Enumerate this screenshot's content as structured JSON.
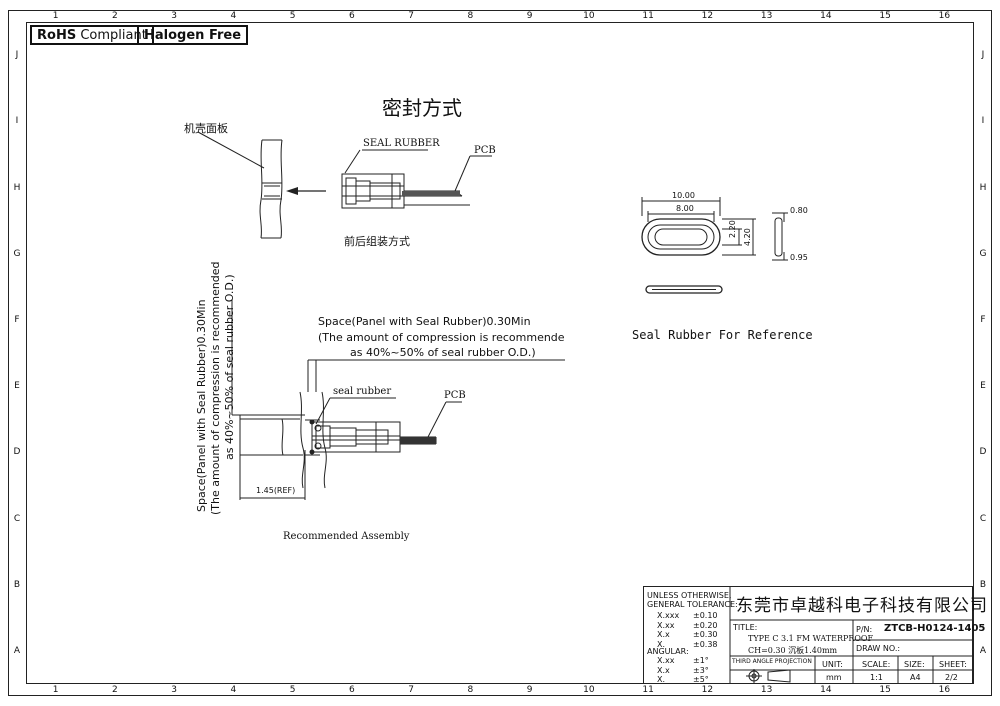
{
  "frame": {
    "col_numbers": [
      "1",
      "2",
      "3",
      "4",
      "5",
      "6",
      "7",
      "8",
      "9",
      "10",
      "11",
      "12",
      "13",
      "14",
      "15",
      "16"
    ],
    "row_letters": [
      "J",
      "I",
      "H",
      "G",
      "F",
      "E",
      "D",
      "C",
      "B",
      "A"
    ]
  },
  "badges": {
    "rohs_bold": "RoHS",
    "rohs_rest": "Compliant",
    "halogen": "Halogen Free"
  },
  "sealing": {
    "title": "密封方式",
    "panel_label": "机壳面板",
    "seal_rubber_label": "SEAL RUBBER",
    "pcb_label": "PCB",
    "caption": "前后组装方式"
  },
  "seal_ref": {
    "caption": "Seal Rubber For Reference",
    "dims": {
      "outer_length": "10.00",
      "inner_length": "8.00",
      "inner_height": "2.20",
      "outer_height": "4.20",
      "thickness_a": "0.80",
      "thickness_b": "0.95"
    }
  },
  "assembly": {
    "space_line1": "Space(Panel with Seal Rubber)0.30Min",
    "space_line2": "(The amount of compression is recommende",
    "space_line3": "as 40%~50% of seal rubber O.D.)",
    "vert_line1": "Space(Panel with Seal Rubber)0.30Min",
    "vert_line2": "(The amount of compression is recommended",
    "vert_line3": "as 40%~50% of seal rubber O.D.)",
    "seal_rubber_label": "seal rubber",
    "pcb_label": "PCB",
    "ref_dim": "1.45(REF)",
    "caption": "Recommended Assembly"
  },
  "title_block": {
    "tolerance_header1": "UNLESS OTHERWISE,",
    "tolerance_header2": "GENERAL TOLERANCE:",
    "tolerances": [
      {
        "k": "X.xxx",
        "v": "±0.10"
      },
      {
        "k": "X.xx",
        "v": "±0.20"
      },
      {
        "k": "X.x",
        "v": "±0.30"
      },
      {
        "k": "X.",
        "v": "±0.38"
      }
    ],
    "angular_header": "ANGULAR:",
    "angular": [
      {
        "k": "X.xx",
        "v": "±1°"
      },
      {
        "k": "X.x",
        "v": "±3°"
      },
      {
        "k": "X.",
        "v": "±5°"
      }
    ],
    "company": "东莞市卓越科电子科技有限公司",
    "title_label": "TITLE:",
    "title_line1": "TYPE C 3.1 FM WATERPROOF",
    "title_line2": "CH=0.30 沉板1.40mm",
    "pn_label": "P/N:",
    "pn_value": "ZTCB-H0124-1405",
    "draw_no_label": "DRAW NO.:",
    "projection_label": "THIRD ANGLE PROJECTION",
    "unit_label": "UNIT:",
    "unit_value": "mm",
    "scale_label": "SCALE:",
    "scale_value": "1:1",
    "size_label": "SIZE:",
    "size_value": "A4",
    "sheet_label": "SHEET:",
    "sheet_value": "2/2"
  }
}
